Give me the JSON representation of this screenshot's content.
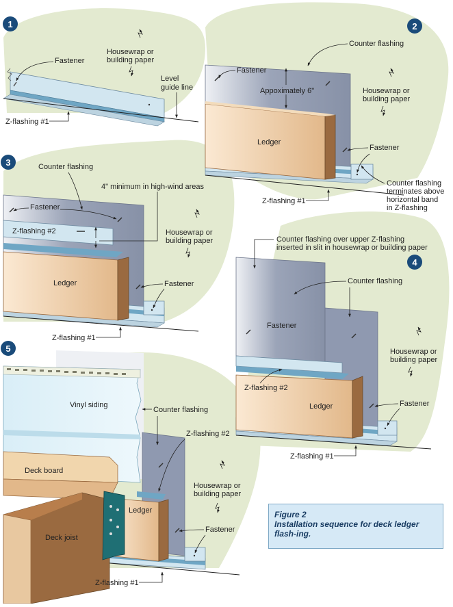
{
  "steps": {
    "s1": {
      "number": "1",
      "fastener": "Fastener",
      "housewrap_1": "Housewrap or",
      "housewrap_2": "building paper",
      "level_1": "Level",
      "level_2": "guide line",
      "zflash1": "Z-flashing #1"
    },
    "s2": {
      "number": "2",
      "counter": "Counter flashing",
      "fastener_a": "Fastener",
      "approx": "Appoximately 6\"",
      "housewrap_1": "Housewrap or",
      "housewrap_2": "building paper",
      "ledger": "Ledger",
      "fastener_b": "Fastener",
      "term_1": "Counter flashing",
      "term_2": "terminates above",
      "term_3": "horizontal band",
      "term_4": "in Z-flashing",
      "zflash1": "Z-flashing #1"
    },
    "s3": {
      "number": "3",
      "counter": "Counter flashing",
      "min": "4\" minimum in high-wind areas",
      "fastener_a": "Fastener",
      "zflash2": "Z-flashing #2",
      "housewrap_1": "Housewrap or",
      "housewrap_2": "building paper",
      "ledger": "Ledger",
      "fastener_b": "Fastener",
      "zflash1": "Z-flashing #1"
    },
    "s4": {
      "number": "4",
      "over_1": "Counter flashing over upper Z-flashing",
      "over_2": "inserted in slit in housewrap or building paper",
      "counter": "Counter flashing",
      "fastener_a": "Fastener",
      "housewrap_1": "Housewrap or",
      "housewrap_2": "building paper",
      "zflash2": "Z-flashing #2",
      "ledger": "Ledger",
      "fastener_b": "Fastener",
      "zflash1": "Z-flashing #1"
    },
    "s5": {
      "number": "5",
      "siding": "Vinyl siding",
      "counter": "Counter flashing",
      "zflash2": "Z-flashing #2",
      "deckboard": "Deck board",
      "housewrap_1": "Housewrap or",
      "housewrap_2": "building paper",
      "ledger": "Ledger",
      "joist": "Deck joist",
      "fastener": "Fastener",
      "zflash1": "Z-flashing #1"
    }
  },
  "caption": {
    "title": "Figure 2",
    "body": "Installation sequence for deck ledger flash-ing."
  },
  "colors": {
    "background_blob": "#e3ead0",
    "housewrap": "#8f99b0",
    "zflashing": "#d2e6f0",
    "zflashing_band": "#6fa6c4",
    "ledger": "#e8c8a0",
    "ledger_end": "#9a6a40",
    "joist": "#9a6a40",
    "step_badge": "#1a4b7a",
    "caption_bg": "#d6e9f6"
  }
}
